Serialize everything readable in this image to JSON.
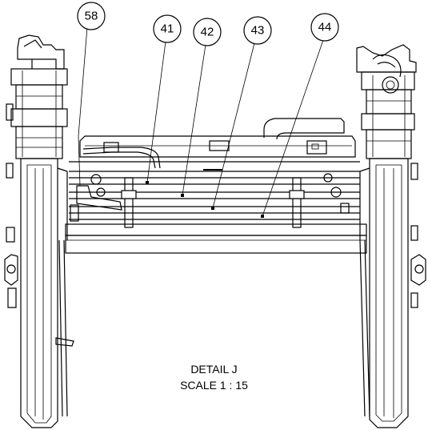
{
  "balloons": [
    {
      "label": "58"
    },
    {
      "label": "41"
    },
    {
      "label": "42"
    },
    {
      "label": "43"
    },
    {
      "label": "44"
    }
  ],
  "caption": {
    "title": "DETAIL J",
    "scale": "SCALE 1 : 15"
  },
  "colors": {
    "line": "#000000",
    "background": "#ffffff"
  }
}
